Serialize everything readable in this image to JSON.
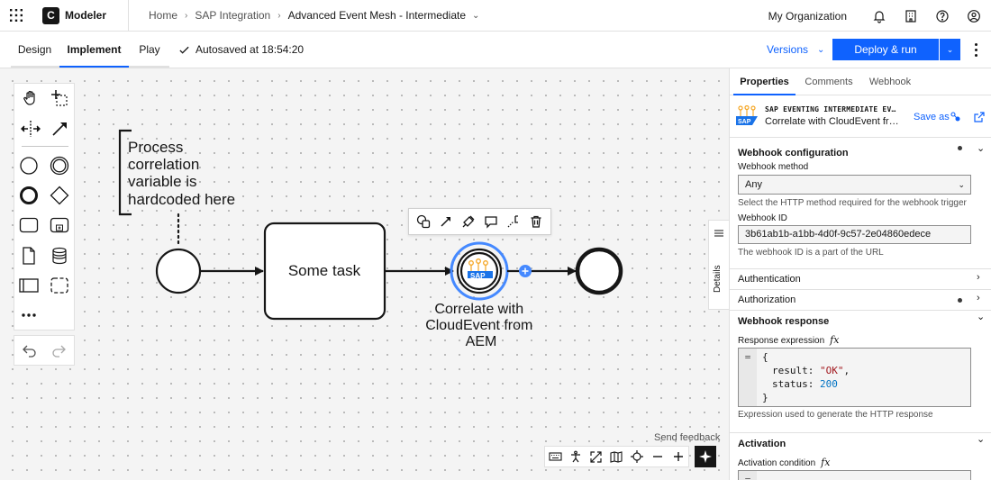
{
  "topbar": {
    "app_name": "Modeler",
    "logo_letter": "C",
    "breadcrumbs": [
      "Home",
      "SAP Integration",
      "Advanced Event Mesh - Intermediate"
    ],
    "org": "My Organization"
  },
  "toolbar": {
    "tabs": [
      "Design",
      "Implement",
      "Play"
    ],
    "active_tab": "Implement",
    "autosave": "Autosaved at 18:54:20",
    "versions": "Versions",
    "deploy": "Deploy & run"
  },
  "diagram": {
    "annotation": [
      "Process",
      "correlation",
      "variable is",
      "hardcoded here"
    ],
    "task_label": "Some task",
    "event_label": [
      "Correlate with",
      "CloudEvent from",
      "AEM"
    ],
    "event_icon_text": "SAP"
  },
  "canvas": {
    "send_feedback": "Send feedback",
    "details_tab": "Details"
  },
  "panel": {
    "tabs": [
      "Properties",
      "Comments",
      "Webhook"
    ],
    "active_tab": "Properties",
    "element_type": "SAP EVENTING INTERMEDIATE EVENT",
    "element_name": "Correlate with CloudEvent from AEM",
    "save_as": "Save as",
    "sections": {
      "webhook_config": "Webhook configuration",
      "webhook_method_label": "Webhook method",
      "webhook_method_value": "Any",
      "webhook_method_help": "Select the HTTP method required for the webhook trigger",
      "webhook_id_label": "Webhook ID",
      "webhook_id_value": "3b61ab1b-a1bb-4d0f-9c57-2e04860edece",
      "webhook_id_help": "The webhook ID is a part of the URL",
      "authentication": "Authentication",
      "authorization": "Authorization",
      "webhook_response": "Webhook response",
      "response_expression_label": "Response expression",
      "response_help": "Expression used to generate the HTTP response",
      "activation": "Activation",
      "activation_condition_label": "Activation condition",
      "fx": "fx",
      "gutter": "="
    },
    "code": {
      "open": "{",
      "key1": "result",
      "val1": "\"OK\"",
      "key2": "status",
      "val2": "200",
      "close": "}"
    }
  }
}
